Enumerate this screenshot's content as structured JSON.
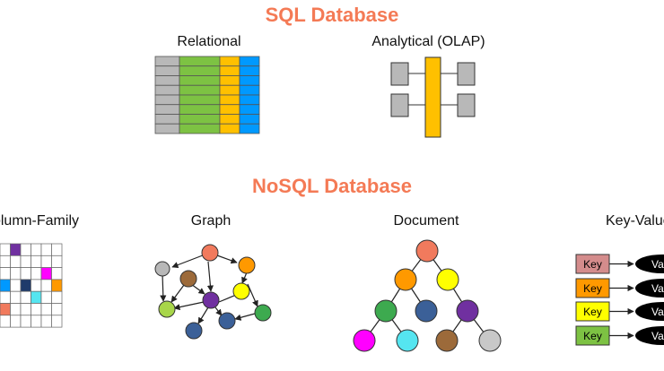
{
  "sql": {
    "title": "SQL Database",
    "relational_label": "Relational",
    "olap_label": "Analytical (OLAP)"
  },
  "nosql": {
    "title": "NoSQL Database",
    "column_family_label": "Column-Family",
    "graph_label": "Graph",
    "document_label": "Document",
    "key_value_label": "Key-Value",
    "key_label": "Key",
    "value_label": "Value"
  },
  "colors": {
    "heading": "#f47a55",
    "gray": "#b8b8b8",
    "green": "#7dc243",
    "yellow": "#ffc000",
    "blue": "#0099ff",
    "purple": "#7030a0",
    "orange": "#ff9900",
    "navy": "#3b6098",
    "magenta": "#ff00ff",
    "cyan": "#55e5f0",
    "brown": "#9c6a3a",
    "salmon": "#f17a5d"
  }
}
